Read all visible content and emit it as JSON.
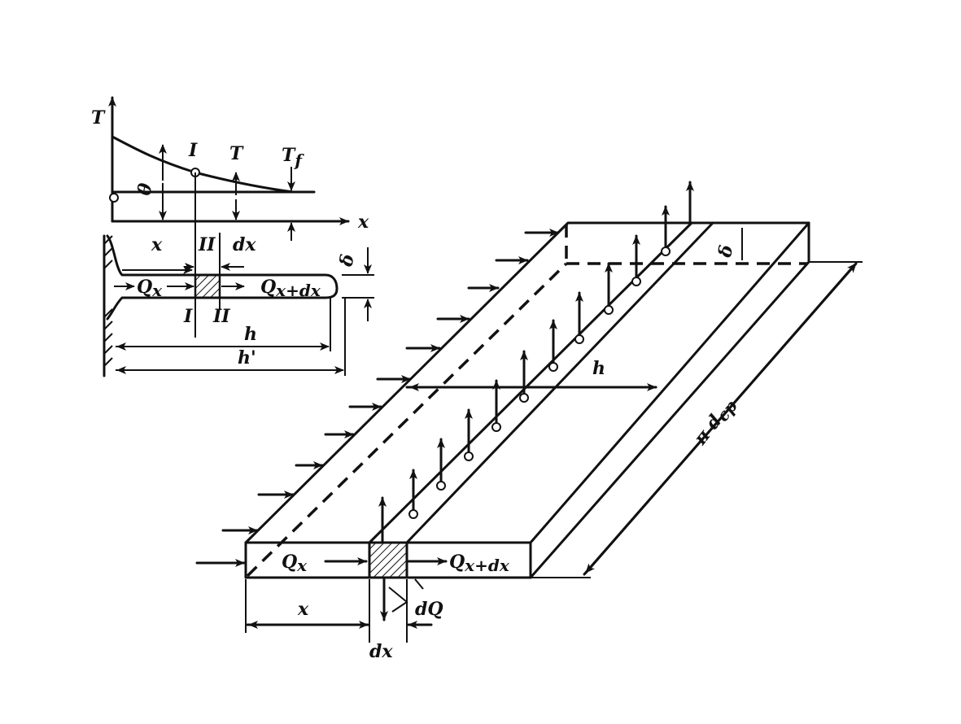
{
  "small_figure": {
    "axis_t": "T",
    "axis_x": "x",
    "label_section_1_top": "I",
    "label_temp": "T",
    "label_tf": "T",
    "label_tf_sub": "f",
    "label_theta": "θ",
    "label_x": "x",
    "label_section_2_top": "II",
    "label_dx": "dx",
    "label_delta": "δ",
    "label_qx": "Q",
    "label_qx_sub": "x",
    "label_qxdx": "Q",
    "label_qxdx_sub": "x+dx",
    "label_section_1_bottom": "I",
    "label_section_2_bottom": "II",
    "label_h": "h",
    "label_h_prime": "h'"
  },
  "large_figure": {
    "label_delta": "δ",
    "label_h": "h",
    "label_pi_d": "π d",
    "label_pi_d_sub": "ср",
    "label_qx": "Q",
    "label_qx_sub": "x",
    "label_qxdx": "Q",
    "label_qxdx_sub": "x+dx",
    "label_x": "x",
    "label_dx": "dx",
    "label_dq": "dQ"
  }
}
